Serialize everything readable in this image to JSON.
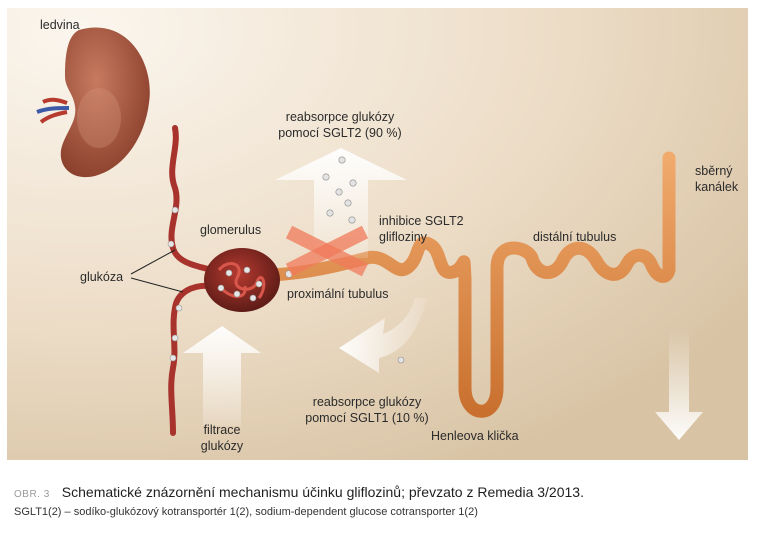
{
  "labels": {
    "kidney": "ledvina",
    "reabs_sglt2_line1": "reabsorpce glukózy",
    "reabs_sglt2_line2": "pomocí SGLT2 (90 %)",
    "glomerulus": "glomerulus",
    "inhibition_line1": "inhibice SGLT2",
    "inhibition_line2": "glifloziny",
    "distal": "distální tubulus",
    "collecting_line1": "sběrný",
    "collecting_line2": "kanálek",
    "glucose": "glukóza",
    "proximal": "proximální tubulus",
    "reabs_sglt1_line1": "reabsorpce glukózy",
    "reabs_sglt1_line2": "pomocí SGLT1 (10 %)",
    "filtration_line1": "filtrace",
    "filtration_line2": "glukózy",
    "henle": "Henleova klička"
  },
  "caption": {
    "figure_label": "OBR. 3",
    "title": "Schematické znázornění mechanismu účinku gliflozinů; převzato z Remedia 3/2013.",
    "note": "SGLT1(2) – sodíko-glukózový kotransportér 1(2), sodium-dependent glucose cotransporter 1(2)"
  },
  "colors": {
    "background_light": "#f6ede0",
    "background_dark": "#dcc9ad",
    "tubule": "#de8c4c",
    "vessel": "#a8322c",
    "kidney": "#a6563f",
    "arrow": "#ffffff",
    "inhibition_cross": "#f07a5a"
  }
}
